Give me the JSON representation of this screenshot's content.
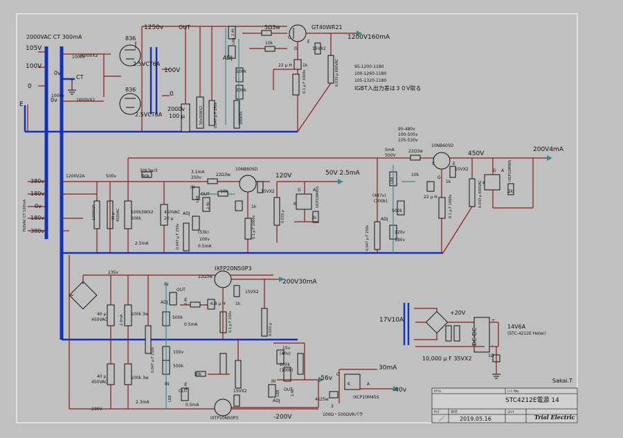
{
  "top": {
    "trans_rating": "2000VAC CT 300mA",
    "v105": "105V",
    "v100": "100V",
    "v0": "0",
    "vE": "E",
    "ct_0v": "0v",
    "ct_label": "CT",
    "ct_0v_b": "0v",
    "w1000v_top": "1000v",
    "w1000v_mid": "1000v",
    "w1600vx2_a": "1600VX2",
    "w1600vx2_b": "1600VX2",
    "tube_a": "836",
    "tube_b": "836",
    "fil_a": "2.5VCT6A",
    "fil_b": "2.5VCT6A",
    "fil_100v": "100V",
    "fil_0": "0",
    "v1250": "1250v",
    "out": "OUT",
    "cap_2000v": "2000v",
    "cap_100u": "100 µ",
    "cap_5050w": "50x50WX2",
    "cap_0047": "0.047 µ F 250v",
    "r_200vx5": "200VX5",
    "r_5ohm": "5Ω3w",
    "r_10k": "10k",
    "lr8": "LR8",
    "adj": "ADJ",
    "r_2_4k": "2.4k",
    "r_100k": "100k",
    "r_330k": "330k",
    "ind_22uh": "22 µ H",
    "c_01u": "0.1 µ F 1000v",
    "r_1k": "1k",
    "z_15v": "15VX2",
    "igbt": "GT40WR21",
    "out_1200": "1200V160mA",
    "cap_0033": "0.033 µ 600VAC",
    "list_1": "95-1200-1180",
    "list_2": "100-1260-1180",
    "list_3": "105-1320-1180",
    "note": "IGBT入出力差は３０V取る"
  },
  "mid": {
    "trans_rating": "760VAC CT 100mA",
    "v380a": "380v",
    "v180a": "180v",
    "v0": "0v",
    "v180b": "180v",
    "v380b": "380v",
    "w1200v2a": "1200V2A",
    "w1200v2a_b": "1200V2A",
    "w500v": "500v",
    "c30u": "30 µ",
    "c450vac": "450VAC",
    "r_30k": "30k3w/3",
    "r_90k": "90k",
    "r_100k3w": "100k3WX2",
    "r_200k": "200k",
    "c_450vac2": "450VAC",
    "c_20u": "20 µ",
    "i_25ma": "2.5mA",
    "i_31ma": "3.1mA",
    "v_250v": "250v",
    "r_22ohm": "22Ω3w",
    "fet": "10NB60SD",
    "v120": "120V",
    "in": "IN",
    "out": "OUT",
    "lr8": "LR8",
    "adj": "ADJ",
    "r_24k": "2.4k",
    "r_10k": "10k",
    "r_53k": "(53k)",
    "r_100v": "100v",
    "i_05ma": "0.5mA",
    "c_0047": "0.047 µ F 250v",
    "c_01": "0.1 µ F 1000v",
    "z_15v": "15VX2",
    "r_1k": "1k",
    "c_0033": "0.033 µ",
    "igbt_k": "K",
    "igbt_g": "G",
    "igbt_a": "A",
    "ixcp": "IXCP10M45S",
    "r_2k": "2k",
    "out_50v": "50V 2.5mA",
    "list_1": "95-480v",
    "list_2": "100-505v",
    "list_3": "105-530v",
    "i_5ma": "5mA",
    "v_500v": "500V",
    "r_22ohm_b": "22Ω3w",
    "fet_b": "10NB60SD",
    "v450": "450V",
    "lr8_b": "LR8",
    "r_447v": "(447v)",
    "r_300k": "(300k)",
    "r_500k": "500k",
    "adj_b": "ADJ",
    "r_120v": "120v",
    "r_180v": "180v",
    "r_10k_b": "10k",
    "r_1k_b": "1k",
    "z_15v_b": "15VX2",
    "ind_22uh": "22 µ H",
    "c_01_b": "0.1 µ F 1000v",
    "c_0033_b": "0.033 µ 600VAC",
    "c_0047_b": "0.047 µ F 250v",
    "igbt_k2": "K",
    "igbt_g2": "G",
    "igbt_a2": "A",
    "ixcp_b": "IXCP10M90S",
    "r_2k_b": "2k",
    "out_200v": "200V4mA",
    "c_e": "E",
    "c_c": "C",
    "c_g": "G",
    "c_e2": "E",
    "c_c2": "C",
    "c_g2": "G"
  },
  "low": {
    "v235": "235v",
    "c40u_a": "40 µ",
    "c450vac_a": "450VAC",
    "i_23ma": "2.3mA",
    "r_100k3w": "100k 3w",
    "in": "IN",
    "out": "OUT",
    "adj": "ADJ",
    "r_24k": "2.4k",
    "ind_68uh": "6.8 µ H",
    "r_500k": "500k",
    "i_05ma": "0.5mA",
    "r_100v": "100v",
    "r_500k_b": "500k",
    "r_10k": "10k",
    "c_0047": "0.047 µ F 250v",
    "c_01": "0.1 µ F 250v",
    "c_0033": "0.033 µ",
    "r_1k": "1k",
    "fet": "IXFP20N50P3",
    "r_22ohm": "22Ω3w",
    "z_15v": "15VX2",
    "out_200v": "200V30mA",
    "c40u_b": "40 µ",
    "c450vac_b": "450VAC",
    "r_100k3w_b": "100k 3w",
    "i_23ma_b": "2.3mA",
    "v_230": "-230V",
    "lr8": "LR8",
    "i_05ma_b": "0.5mA",
    "out_b": "OUT",
    "in_b": "IN",
    "r_24k_b": "2.4k",
    "fet_b": "IXTP10N50P3",
    "z_15v_b": "15VX2",
    "v_200": "-200V",
    "c_15v": "15v",
    "c_40v": "(40v)",
    "r_200k": "200k",
    "r_100k": "(100k)",
    "lr8_b": "LR8",
    "out_c": "OUT",
    "in_c": "IN",
    "adj_c": "ADJ",
    "r_24k_c": "2.4k",
    "v_56": "-56v",
    "out_30ma": "30mA",
    "k": "K",
    "g": "G",
    "a": "A",
    "ixcp": "IXCP10M45S",
    "v_40": "-40v",
    "r_4k": "4k25w",
    "vr": "100Ω・500ΩVRパラ",
    "i_3": "3"
  },
  "heater": {
    "trans": "17V10A",
    "plus20": "+20V",
    "dcdc": "DC-DC",
    "cap": "10,000 µ F 35VX2",
    "plus": "+",
    "minus": "-",
    "out": "14V6A",
    "out_note": "(STC-4212E Heter)",
    "r_1ohm": "1Ω"
  },
  "title_block": {
    "author": "Sakai.T",
    "title": "STC4212E電源 14",
    "date": "2019.05.16",
    "company": "Trial Electric",
    "slash": "／",
    "col1": "ﾀｲﾄﾙ",
    "col2": "ｼｰﾄ No.",
    "col3": "ｻｲｽﾞ",
    "col4": "日付",
    "col5": "ｺﾒﾝﾄ"
  }
}
